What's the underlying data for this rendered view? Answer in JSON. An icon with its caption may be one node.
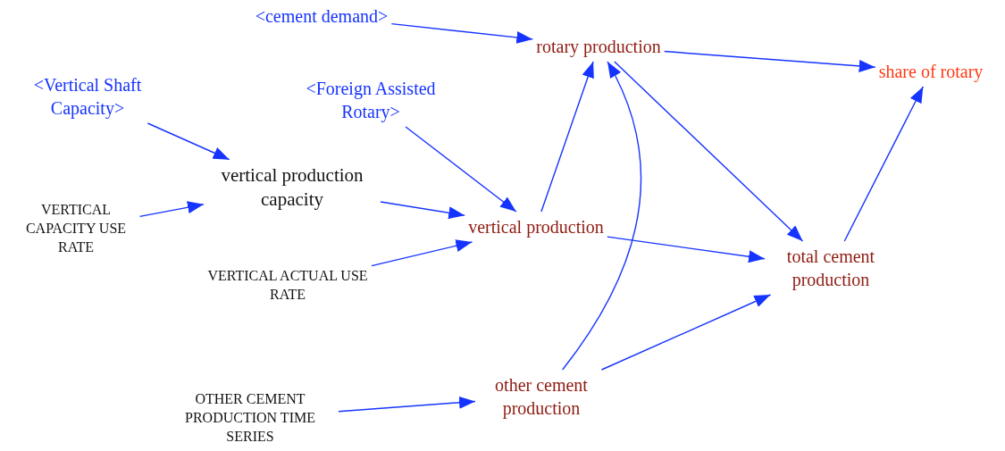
{
  "diagram": {
    "nodes": [
      {
        "text": [
          "<cement demand>"
        ]
      },
      {
        "text": [
          "rotary production"
        ]
      },
      {
        "text": [
          "share of rotary"
        ]
      },
      {
        "text": [
          "<Vertical Shaft Capacity>"
        ]
      },
      {
        "text": [
          "<Foreign Assisted Rotary>"
        ]
      },
      {
        "text": [
          "vertical production capacity"
        ]
      },
      {
        "text": [
          "VERTICAL CAPACITY USE RATE"
        ]
      },
      {
        "text": [
          "vertical production"
        ]
      },
      {
        "text": [
          "VERTICAL ACTUAL USE RATE"
        ]
      },
      {
        "text": [
          "total cement production"
        ]
      },
      {
        "text": [
          "OTHER CEMENT PRODUCTION TIME SERIES"
        ]
      },
      {
        "text": [
          "other cement production"
        ]
      }
    ],
    "edges": [
      {
        "from": 0,
        "to": 1,
        "arrow": "to"
      },
      {
        "from": 1,
        "to": 2,
        "arrow": "to"
      },
      {
        "from": 3,
        "to": 5,
        "arrow": "to"
      },
      {
        "from": 4,
        "to": 7,
        "arrow": "to"
      },
      {
        "from": 5,
        "to": 7,
        "arrow": "to"
      },
      {
        "from": 6,
        "to": 5,
        "arrow": "to"
      },
      {
        "from": 8,
        "to": 7,
        "arrow": "to"
      },
      {
        "from": 7,
        "to": 1,
        "arrow": "to"
      },
      {
        "from": 7,
        "to": 9,
        "arrow": "to"
      },
      {
        "from": 1,
        "to": 9,
        "arrow": "to"
      },
      {
        "from": 9,
        "to": 2,
        "arrow": "to"
      },
      {
        "from": 11,
        "to": 9,
        "arrow": "to"
      },
      {
        "from": 10,
        "to": 11,
        "arrow": "to"
      },
      {
        "from": 11,
        "to": 1,
        "arrow": "to"
      }
    ]
  }
}
